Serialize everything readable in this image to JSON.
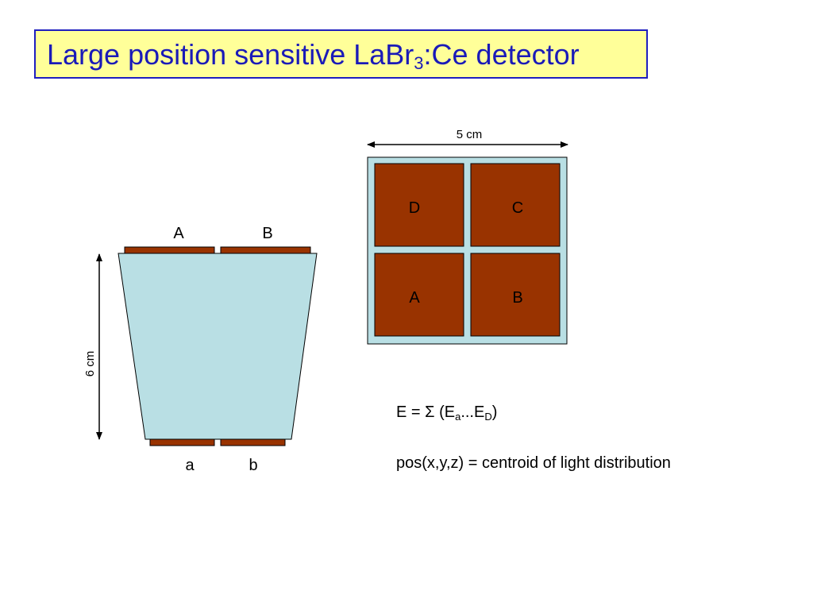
{
  "title": {
    "prefix": "Large position sensitive LaBr",
    "subscript": "3",
    "suffix": ":Ce detector"
  },
  "side_view": {
    "top_labels": [
      "A",
      "B"
    ],
    "bottom_labels": [
      "a",
      "b"
    ],
    "height_label": "6 cm"
  },
  "top_view": {
    "width_label": "5 cm",
    "cells": [
      "D",
      "C",
      "A",
      "B"
    ]
  },
  "formula": {
    "lhs": "E = ",
    "sigma": "Σ",
    "open": " (E",
    "sub1": "a",
    "middle": "...E",
    "sub2": "D",
    "close": ")"
  },
  "position_text": "pos(x,y,z) = centroid of light distribution",
  "colors": {
    "title_bg": "#ffff99",
    "title_border": "#1f1fbf",
    "title_text": "#1a1ab8",
    "crystal": "#b9dfe4",
    "pmt": "#993300"
  }
}
